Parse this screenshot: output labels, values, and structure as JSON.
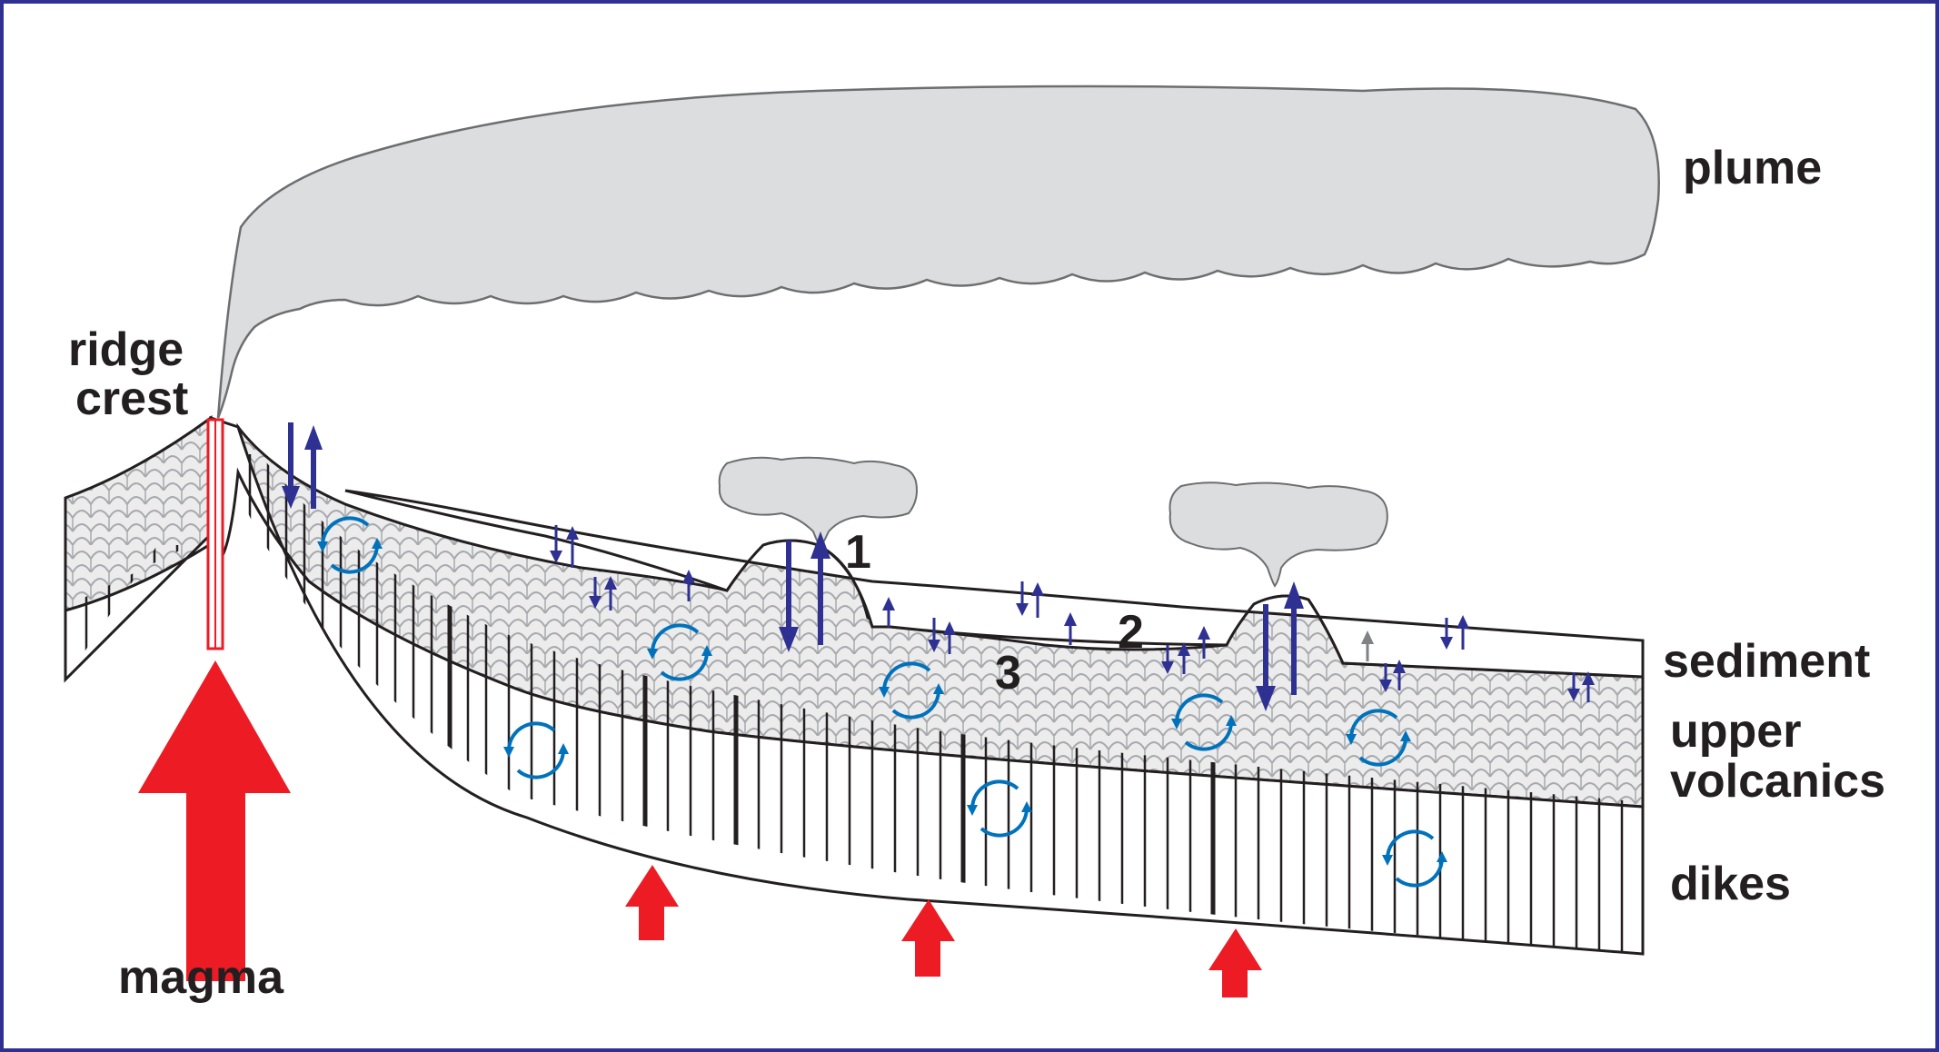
{
  "labels": {
    "plume": "plume",
    "ridge_line1": "ridge",
    "ridge_line2": "crest",
    "sediment": "sediment",
    "upper_line1": "upper",
    "upper_line2": "volcanics",
    "dikes": "dikes",
    "magma": "magma",
    "n1": "1",
    "n2": "2",
    "n3": "3"
  },
  "colors": {
    "frame": "#2e3192",
    "plume_fill": "#dcddde",
    "plume_stroke": "#6d6e71",
    "volcanic_fill": "#ececed",
    "scale_stroke": "#a7a9ac",
    "flux_arrow": "#2e3192",
    "circulation": "#0072bc",
    "magma": "#ed1c24",
    "gray_arrow": "#808285",
    "outline": "#231f20"
  }
}
